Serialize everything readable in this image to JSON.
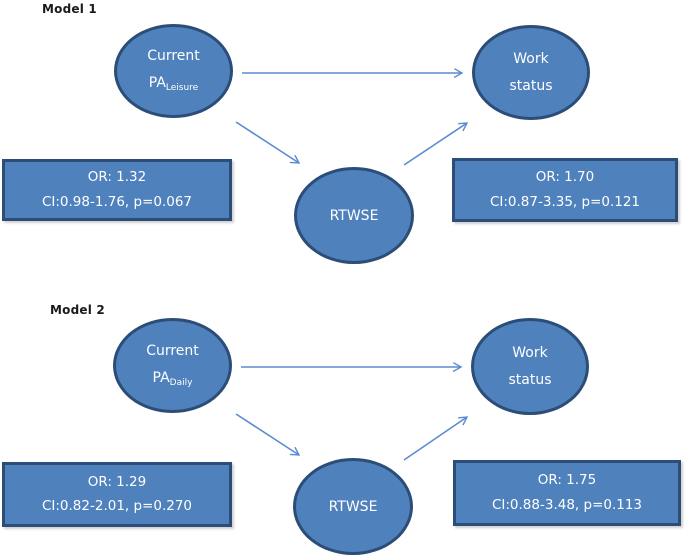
{
  "figure": {
    "type": "mediation-path-diagram",
    "colors": {
      "shape_fill": "#4f81bd",
      "shape_border": "#2b4d77",
      "arrow": "#5b8bd0",
      "shape_text": "#ffffff",
      "label_text": "#1a1a1a"
    },
    "models": [
      {
        "label": "Model 1",
        "predictor": {
          "line1": "Current",
          "line2_main": "PA",
          "line2_sub": "Leisure"
        },
        "mediator": {
          "label": "RTWSE"
        },
        "outcome": {
          "line1": "Work",
          "line2": "status"
        },
        "left_box": {
          "line1": "OR: 1.32",
          "line2": "CI:0.98-1.76, p=0.067"
        },
        "right_box": {
          "line1": "OR: 1.70",
          "line2": "CI:0.87-3.35, p=0.121"
        },
        "paths": [
          "predictor -> outcome",
          "predictor -> mediator",
          "mediator -> outcome"
        ]
      },
      {
        "label": "Model 2",
        "predictor": {
          "line1": "Current",
          "line2_main": "PA",
          "line2_sub": "Daily"
        },
        "mediator": {
          "label": "RTWSE"
        },
        "outcome": {
          "line1": "Work",
          "line2": "status"
        },
        "left_box": {
          "line1": "OR: 1.29",
          "line2": "CI:0.82-2.01, p=0.270"
        },
        "right_box": {
          "line1": "OR: 1.75",
          "line2": "CI:0.88-3.48, p=0.113"
        },
        "paths": [
          "predictor -> outcome",
          "predictor -> mediator",
          "mediator -> outcome"
        ]
      }
    ]
  }
}
